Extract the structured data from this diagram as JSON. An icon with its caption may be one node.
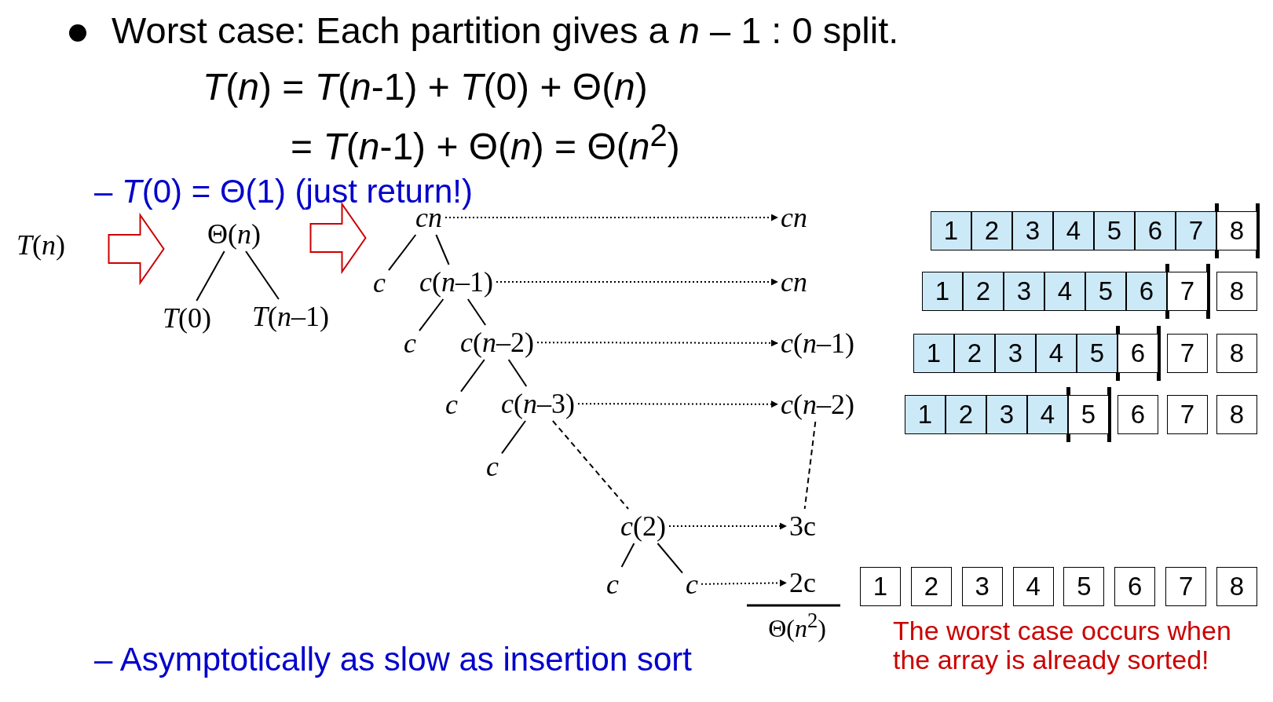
{
  "diagram": {
    "nodes": [
      {
        "text": [
          "*T*(*n*)"
        ]
      },
      {
        "text": [
          "Θ(*n*)"
        ]
      },
      {
        "text": [
          "*T*(0)"
        ]
      },
      {
        "text": [
          "*T*(*n*–1)"
        ]
      },
      {
        "text": [
          "cn"
        ]
      },
      {
        "text": [
          "c"
        ]
      },
      {
        "text": [
          "*c*(*n*–1)"
        ]
      },
      {
        "text": [
          "c"
        ]
      },
      {
        "text": [
          "*c*(*n*–2)"
        ]
      },
      {
        "text": [
          "c"
        ]
      },
      {
        "text": [
          "*c*(*n*–3)"
        ]
      },
      {
        "text": [
          "c"
        ]
      },
      {
        "text": [
          "*c*(2)"
        ]
      },
      {
        "text": [
          "c"
        ]
      },
      {
        "text": [
          "c"
        ]
      },
      {
        "text": [
          "cn"
        ]
      },
      {
        "text": [
          "cn"
        ]
      },
      {
        "text": [
          "*c*(*n*–1)"
        ]
      },
      {
        "text": [
          "*c*(*n*–2)"
        ]
      },
      {
        "text": [
          "3c"
        ]
      },
      {
        "text": [
          "2c"
        ]
      },
      {
        "text": [
          "1"
        ]
      },
      {
        "text": [
          "2"
        ]
      },
      {
        "text": [
          "3"
        ]
      },
      {
        "text": [
          "4"
        ]
      },
      {
        "text": [
          "5"
        ]
      },
      {
        "text": [
          "6"
        ]
      },
      {
        "text": [
          "7"
        ]
      },
      {
        "text": [
          "8"
        ]
      },
      {
        "text": [
          "1"
        ]
      },
      {
        "text": [
          "2"
        ]
      },
      {
        "text": [
          "3"
        ]
      },
      {
        "text": [
          "4"
        ]
      },
      {
        "text": [
          "5"
        ]
      },
      {
        "text": [
          "6"
        ]
      },
      {
        "text": [
          "7"
        ]
      },
      {
        "text": [
          "8"
        ]
      },
      {
        "text": [
          "1"
        ]
      },
      {
        "text": [
          "2"
        ]
      },
      {
        "text": [
          "3"
        ]
      },
      {
        "text": [
          "4"
        ]
      },
      {
        "text": [
          "5"
        ]
      },
      {
        "text": [
          "6"
        ]
      },
      {
        "text": [
          "7"
        ]
      },
      {
        "text": [
          "8"
        ]
      },
      {
        "text": [
          "1"
        ]
      },
      {
        "text": [
          "2"
        ]
      },
      {
        "text": [
          "3"
        ]
      },
      {
        "text": [
          "4"
        ]
      },
      {
        "text": [
          "5"
        ]
      },
      {
        "text": [
          "6"
        ]
      },
      {
        "text": [
          "7"
        ]
      },
      {
        "text": [
          "8"
        ]
      },
      {
        "text": [
          "1"
        ]
      },
      {
        "text": [
          "2"
        ]
      },
      {
        "text": [
          "3"
        ]
      },
      {
        "text": [
          "4"
        ]
      },
      {
        "text": [
          "5"
        ]
      },
      {
        "text": [
          "6"
        ]
      },
      {
        "text": [
          "7"
        ]
      },
      {
        "text": [
          "8"
        ]
      }
    ],
    "edges": [
      {
        "from": 0,
        "to": 1,
        "arrow": "to",
        "style": "thick",
        "color": "#cc0000"
      },
      {
        "from": 1,
        "to": 4,
        "arrow": "to",
        "style": "thick",
        "color": "#cc0000"
      },
      {
        "from": 1,
        "to": 2,
        "arrow": "none"
      },
      {
        "from": 1,
        "to": 3,
        "arrow": "none"
      },
      {
        "from": 4,
        "to": 5,
        "arrow": "none"
      },
      {
        "from": 4,
        "to": 6,
        "arrow": "none"
      },
      {
        "from": 6,
        "to": 7,
        "arrow": "none"
      },
      {
        "from": 6,
        "to": 8,
        "arrow": "none"
      },
      {
        "from": 8,
        "to": 9,
        "arrow": "none"
      },
      {
        "from": 8,
        "to": 10,
        "arrow": "none"
      },
      {
        "from": 10,
        "to": 11,
        "arrow": "none"
      },
      {
        "from": 10,
        "to": 12,
        "arrow": "none",
        "style": "dashed"
      },
      {
        "from": 12,
        "to": 13,
        "arrow": "none"
      },
      {
        "from": 12,
        "to": 14,
        "arrow": "none"
      },
      {
        "from": 4,
        "to": 15,
        "arrow": "to",
        "style": "dashed"
      },
      {
        "from": 6,
        "to": 16,
        "arrow": "to",
        "style": "dashed"
      },
      {
        "from": 8,
        "to": 17,
        "arrow": "to",
        "style": "dashed"
      },
      {
        "from": 10,
        "to": 18,
        "arrow": "to",
        "style": "dashed"
      },
      {
        "from": 12,
        "to": 19,
        "arrow": "to",
        "style": "dashed"
      },
      {
        "from": 14,
        "to": 20,
        "arrow": "to",
        "style": "dashed"
      },
      {
        "from": 18,
        "to": 19,
        "arrow": "none",
        "style": "dashed"
      }
    ],
    "labels": [
      "Worst case: Each partition gives a *n* – 1 : 0 split.",
      "*T*(*n*) = *T*(*n*-1) + *T*(0) + Θ(*n*)",
      "= *T*(*n*-1) + Θ(*n*) = Θ(*n*$^{2}$)",
      "– *T*(0) = Θ(1) (just return!)",
      "Θ(*n*$^{2}$)",
      "– Asymptotically as slow as insertion sort",
      "The worst case occurs when the array is already sorted!"
    ]
  }
}
